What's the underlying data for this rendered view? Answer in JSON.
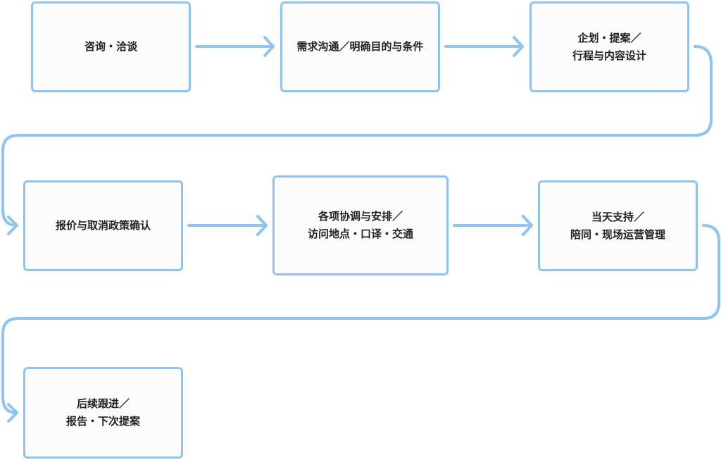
{
  "colors": {
    "accent": "#8ec4ef",
    "box_fill": "#fcfcfc",
    "text": "#222222"
  },
  "steps": [
    {
      "id": "s1",
      "lines": [
        "咨询・洽谈"
      ]
    },
    {
      "id": "s2",
      "lines": [
        "需求沟通／明确目的与条件"
      ]
    },
    {
      "id": "s3",
      "lines": [
        "企划・提案／",
        "行程与内容设计"
      ]
    },
    {
      "id": "s4",
      "lines": [
        "报价与取消政策确认"
      ]
    },
    {
      "id": "s5",
      "lines": [
        "各项协调与安排／",
        "访问地点・口译・交通"
      ]
    },
    {
      "id": "s6",
      "lines": [
        "当天支持／",
        "陪同・现场运营管理"
      ]
    },
    {
      "id": "s7",
      "lines": [
        "后续跟进／",
        "报告・下次提案"
      ]
    }
  ]
}
